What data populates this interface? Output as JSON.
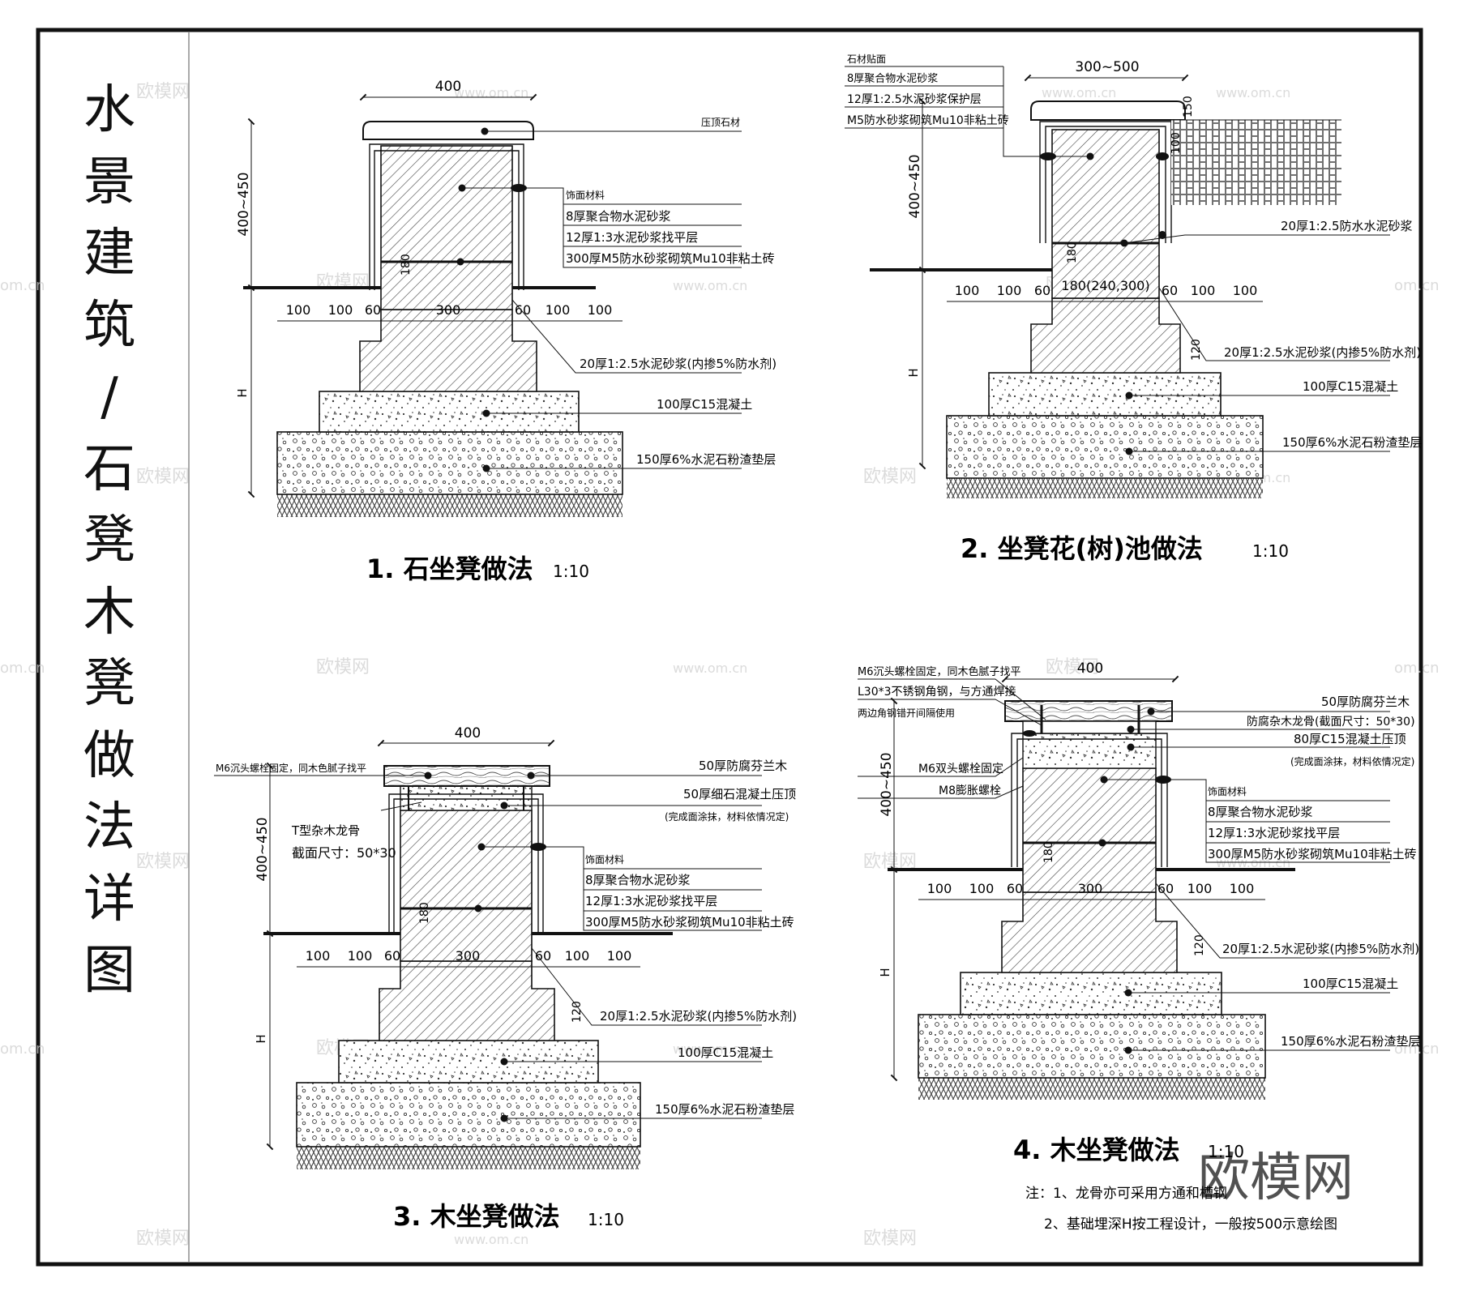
{
  "sheet_title": [
    "水",
    "景",
    "建",
    "筑",
    "/",
    "石",
    "凳",
    "木",
    "凳",
    "做",
    "法",
    "详",
    "图"
  ],
  "watermark": {
    "main": "欧模网",
    "small": "欧模网",
    "url": "www.om.cn",
    "url_cut": "om.cn"
  },
  "d1": {
    "title": "1. 石坐凳做法",
    "scale": "1:10",
    "dim_top": "400",
    "dim_height": "400~450",
    "dim_h": "H",
    "dim_180": "180",
    "dims_bottom": [
      "100",
      "100",
      "60",
      "300",
      "60",
      "100",
      "100"
    ],
    "labels": [
      "压顶石材",
      "饰面材料",
      "8厚聚合物水泥砂浆",
      "12厚1:3水泥砂浆找平层",
      "300厚M5防水砂浆砌筑Mu10非粘土砖",
      "20厚1:2.5水泥砂浆(内掺5%防水剂)",
      "100厚C15混凝土",
      "150厚6%水泥石粉渣垫层"
    ]
  },
  "d2": {
    "title": "2. 坐凳花(树)池做法",
    "scale": "1:10",
    "dim_top": "300~500",
    "dim_height": "400~450",
    "dim_h": "H",
    "dim_150": "150",
    "dim_100": "100",
    "dim_180": "180",
    "dim_120": "120",
    "dims_bottom": [
      "100",
      "100",
      "60",
      "180(240,300)",
      "60",
      "100",
      "100"
    ],
    "labels_top": [
      "石材贴面",
      "8厚聚合物水泥砂浆",
      "12厚1:2.5水泥砂浆保护层",
      "M5防水砂浆砌筑Mu10非粘土砖"
    ],
    "labels": [
      "20厚1:2.5防水水泥砂浆",
      "20厚1:2.5水泥砂浆(内掺5%防水剂)",
      "100厚C15混凝土",
      "150厚6%水泥石粉渣垫层"
    ]
  },
  "d3": {
    "title": "3. 木坐凳做法",
    "scale": "1:10",
    "dim_top": "400",
    "dim_height": "400~450",
    "dim_h": "H",
    "dim_180": "180",
    "dim_120": "120",
    "dims_bottom": [
      "100",
      "100",
      "60",
      "300",
      "60",
      "100",
      "100"
    ],
    "left_labels": [
      "M6沉头螺栓固定，同木色腻子找平",
      "T型杂木龙骨",
      "截面尺寸：50*30"
    ],
    "labels": [
      "50厚防腐芬兰木",
      "50厚细石混凝土压顶",
      "(完成面涂抹，材料依情况定)",
      "饰面材料",
      "8厚聚合物水泥砂浆",
      "12厚1:3水泥砂浆找平层",
      "300厚M5防水砂浆砌筑Mu10非粘土砖",
      "20厚1:2.5水泥砂浆(内掺5%防水剂)",
      "100厚C15混凝土",
      "150厚6%水泥石粉渣垫层"
    ]
  },
  "d4": {
    "title": "4. 木坐凳做法",
    "scale": "1:10",
    "dim_top": "400",
    "dim_height": "400~450",
    "dim_h": "H",
    "dim_180": "180",
    "dim_120": "120",
    "dims_bottom": [
      "100",
      "100",
      "60",
      "300",
      "60",
      "100",
      "100"
    ],
    "left_labels": [
      "M6沉头螺栓固定，同木色腻子找平",
      "L30*3不锈钢角钢，与方通焊接",
      "两边角钢错开间隔使用",
      "M6双头螺栓固定",
      "M8膨胀螺栓"
    ],
    "labels": [
      "50厚防腐芬兰木",
      "防腐杂木龙骨(截面尺寸：50*30)",
      "80厚C15混凝土压顶",
      "(完成面涂抹，材料依情况定)",
      "饰面材料",
      "8厚聚合物水泥砂浆",
      "12厚1:3水泥砂浆找平层",
      "300厚M5防水砂浆砌筑Mu10非粘土砖",
      "20厚1:2.5水泥砂浆(内掺5%防水剂)",
      "100厚C15混凝土",
      "150厚6%水泥石粉渣垫层"
    ]
  },
  "notes": [
    "注：1、龙骨亦可采用方通和槽钢",
    "2、基础埋深H按工程设计，一般按500示意绘图"
  ]
}
